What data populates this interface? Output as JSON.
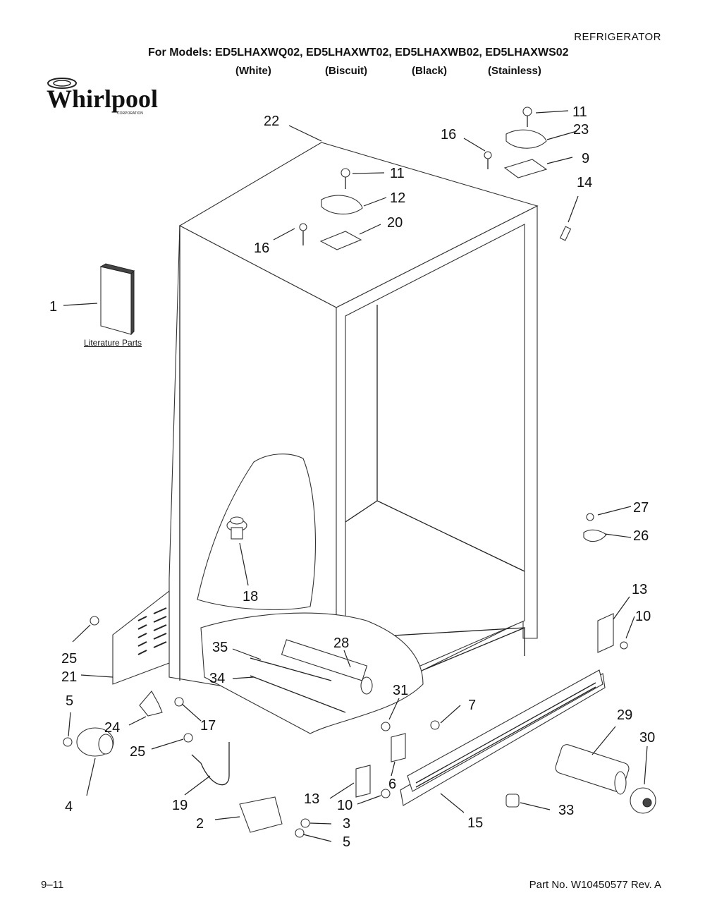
{
  "header": {
    "category": "REFRIGERATOR",
    "models_line": "For Models: ED5LHAXWQ02, ED5LHAXWT02, ED5LHAXWB02, ED5LHAXWS02",
    "variants": [
      "(White)",
      "(Biscuit)",
      "(Black)",
      "(Stainless)"
    ]
  },
  "logo": {
    "brand": "Whirlpool",
    "sub": "CORPORATION"
  },
  "literature_label": "Literature Parts",
  "footer": {
    "page": "9–11",
    "part_no": "Part No. W10450577 Rev. A"
  },
  "callouts": [
    "1",
    "2",
    "3",
    "4",
    "5",
    "5",
    "6",
    "7",
    "9",
    "10",
    "10",
    "11",
    "11",
    "12",
    "13",
    "13",
    "14",
    "15",
    "16",
    "16",
    "17",
    "18",
    "19",
    "20",
    "21",
    "22",
    "23",
    "24",
    "25",
    "25",
    "26",
    "27",
    "28",
    "29",
    "30",
    "31",
    "33",
    "34",
    "35"
  ]
}
